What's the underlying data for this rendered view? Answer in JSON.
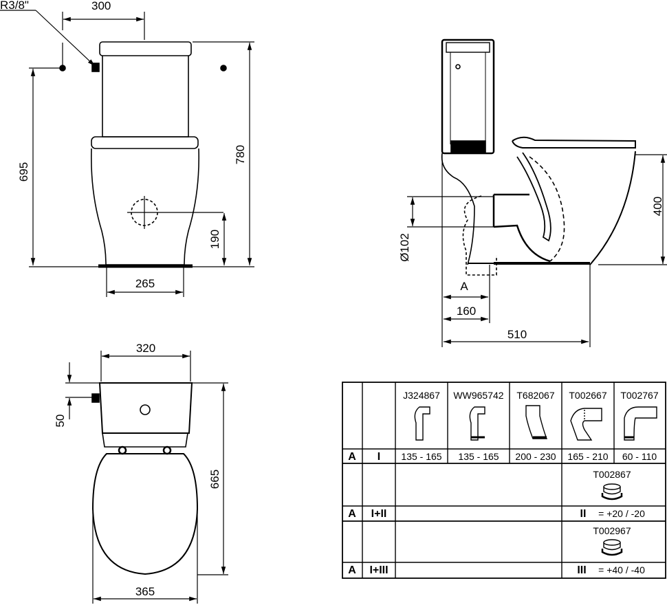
{
  "front_view": {
    "thread_label": "R3/8\"",
    "dim_inlet_offset": "300",
    "dim_height_inlet": "695",
    "dim_total_height": "780",
    "dim_outlet_height": "190",
    "dim_base_width": "265"
  },
  "side_view": {
    "dim_seat_height": "400",
    "dim_pipe_diameter": "Ø102",
    "dim_a": "A",
    "dim_outlet_distance": "160",
    "dim_depth": "510"
  },
  "top_view": {
    "dim_cistern_width": "320",
    "dim_inlet_depth": "50",
    "dim_length": "665",
    "dim_seat_width": "365"
  },
  "table": {
    "row1": {
      "a": "A",
      "roman": "I",
      "items": [
        {
          "code": "J324867",
          "range": "135 - 165"
        },
        {
          "code": "WW965742",
          "range": "135 - 165"
        },
        {
          "code": "T682067",
          "range": "200 - 230"
        },
        {
          "code": "T002667",
          "range": "165 - 210"
        },
        {
          "code": "T002767",
          "range": "60 - 110"
        }
      ]
    },
    "row2": {
      "a": "A",
      "roman": "I+II",
      "code": "T002867",
      "note_roman": "II",
      "note": "= +20 / -20"
    },
    "row3": {
      "a": "A",
      "roman": "I+III",
      "code": "T002967",
      "note_roman": "III",
      "note": "= +40 / -40"
    }
  }
}
